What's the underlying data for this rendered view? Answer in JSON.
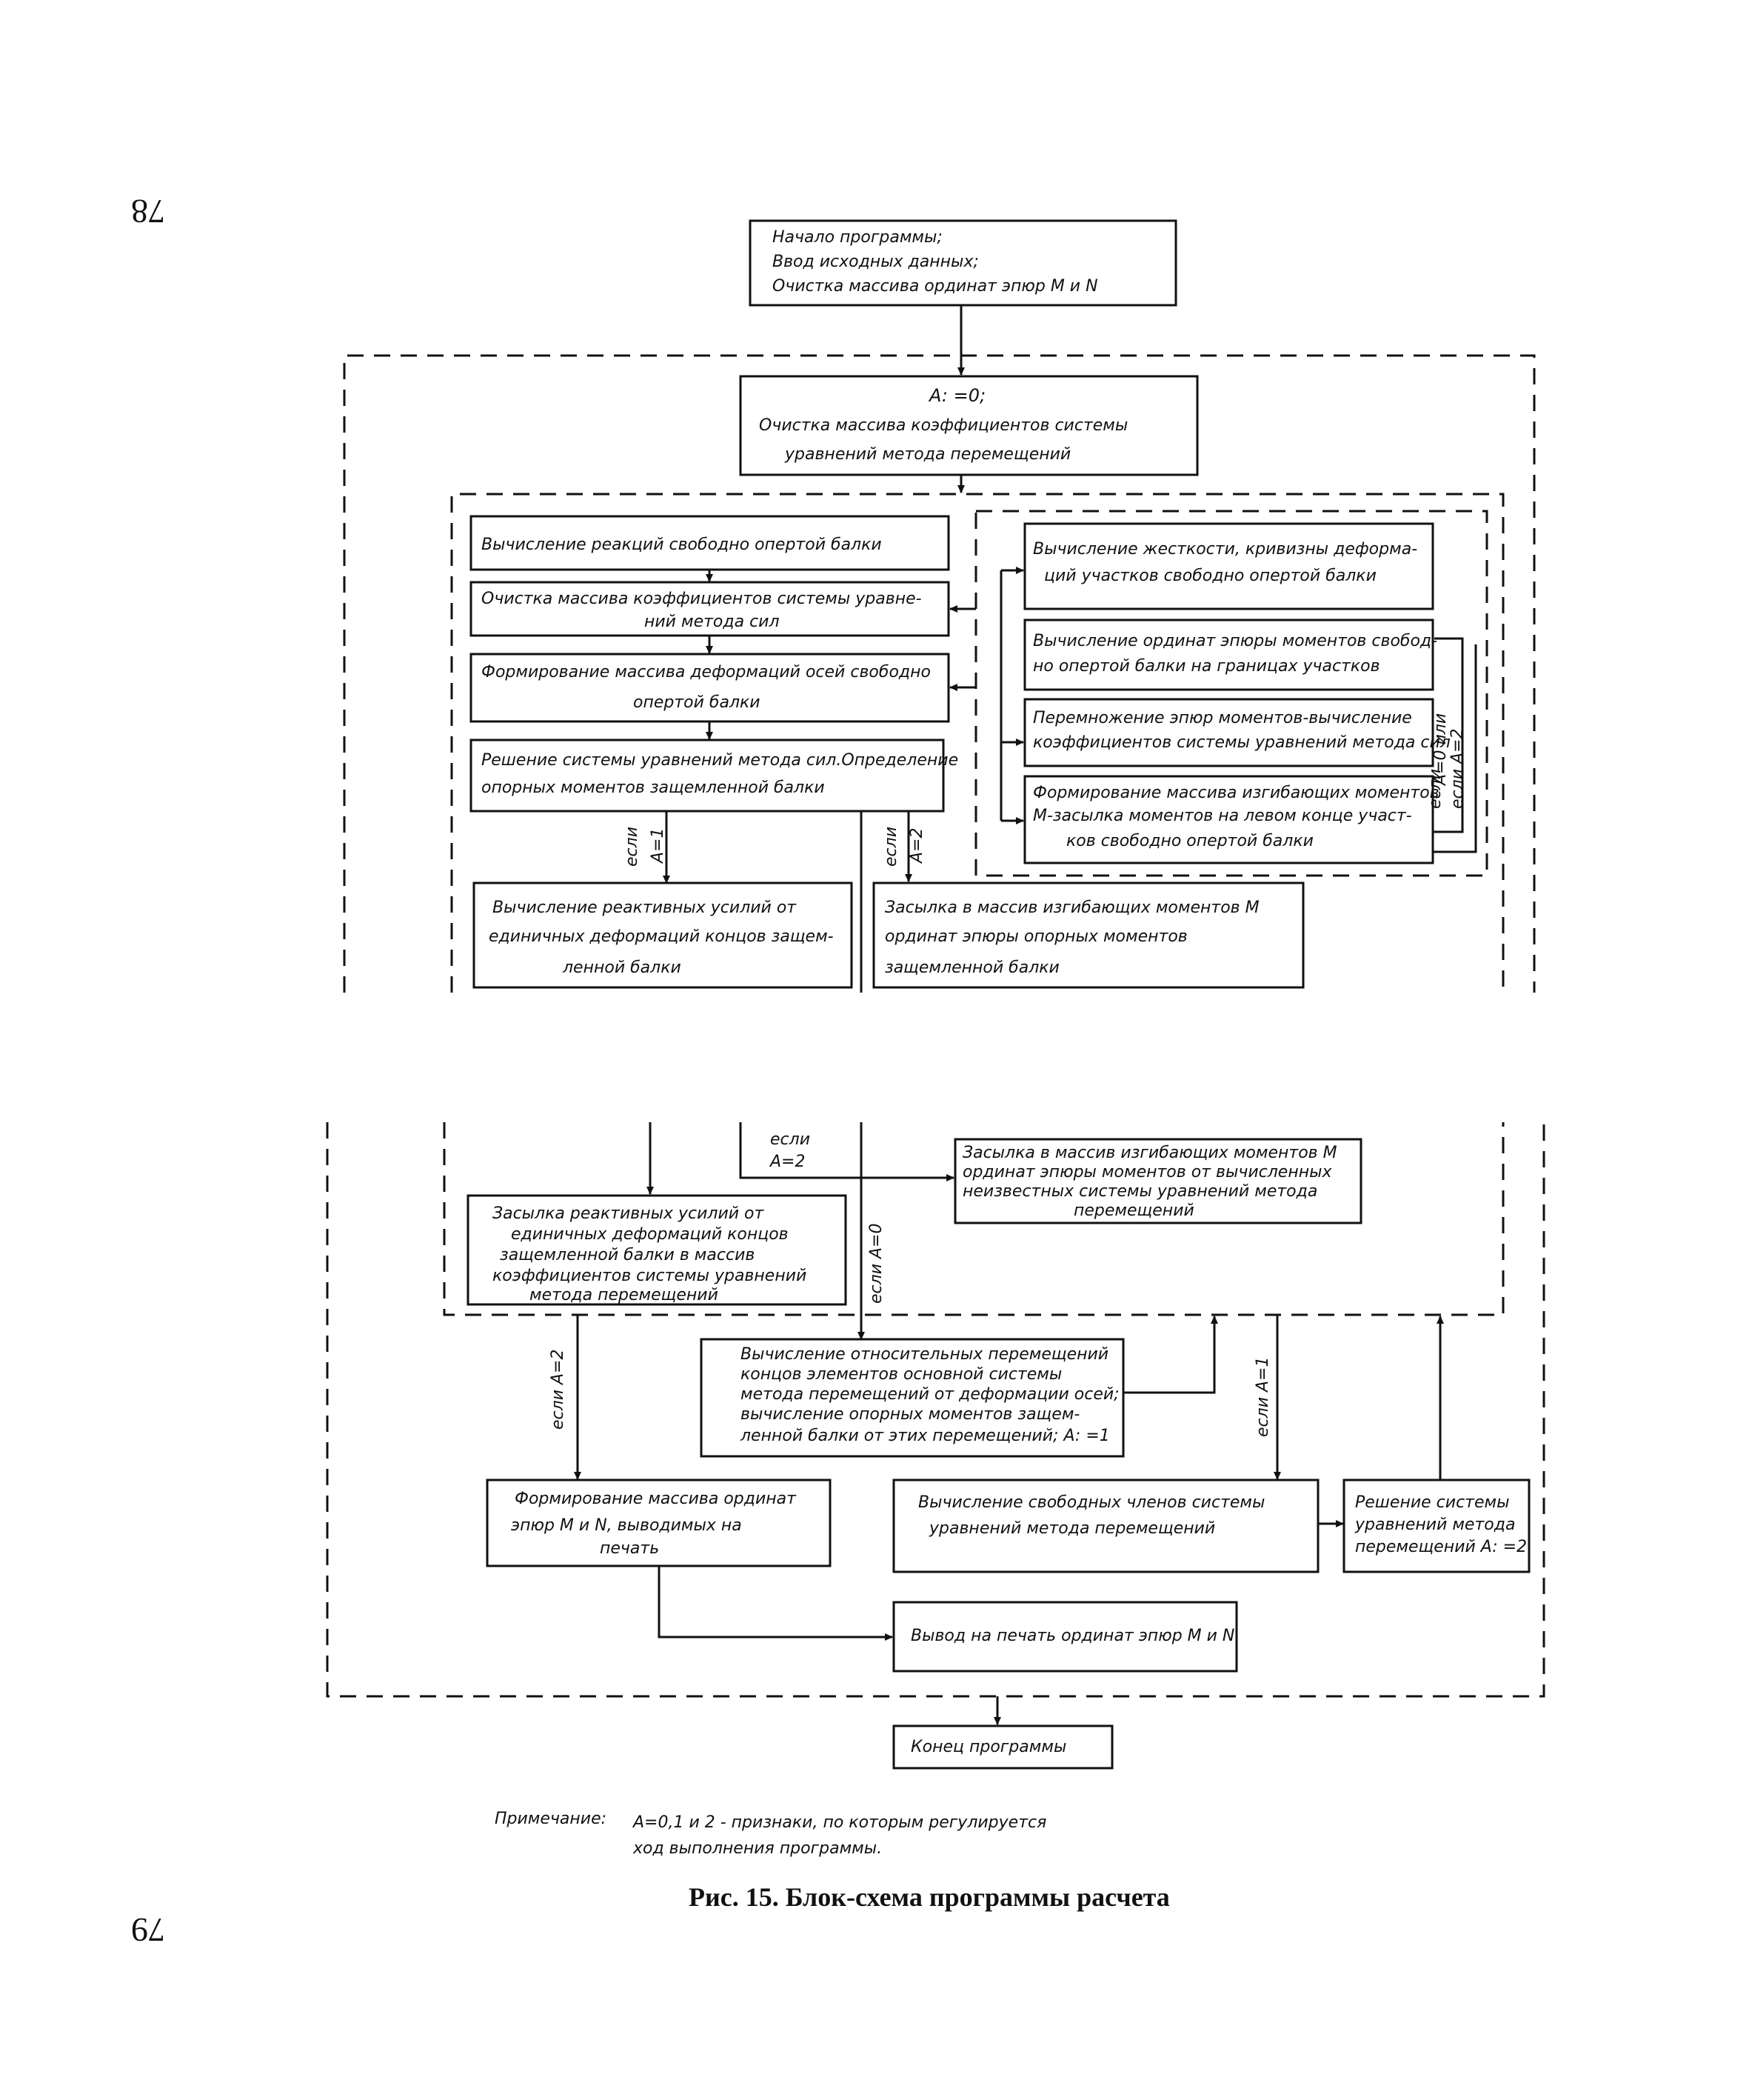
{
  "page_numbers": {
    "left_top": "78",
    "left_bottom": "79"
  },
  "blocks": {
    "start": [
      "Начало программы;",
      "Ввод исходных данных;",
      "Очистка массива ординат эпюр М и N"
    ],
    "init": [
      "A: =0;",
      "Очистка массива коэффициентов системы",
      "уравнений метода перемещений"
    ],
    "reactions": [
      "Вычисление реакций свободно опертой балки"
    ],
    "clear_forces": [
      "Очистка массива коэффициентов системы уравне-",
      "ний метода сил"
    ],
    "deform_axes": [
      "Формирование массива деформаций осей свободно",
      "опертой балки"
    ],
    "solve_forces": [
      "Решение системы уравнений метода сил.Определение",
      "опорных моментов защемленной балки"
    ],
    "stiffness": [
      "Вычисление жесткости, кривизны деформа-",
      "ций участков свободно опертой балки"
    ],
    "ordinates": [
      "Вычисление ординат эпюры моментов свобод-",
      "но опертой балки на границах участков"
    ],
    "multiply": [
      "Перемножение эпюр моментов-вычисление",
      "коэффициентов системы уравнений метода сил"
    ],
    "bending_array": [
      "Формирование массива изгибающих моментов",
      "М-засылка моментов на левом конце участ-",
      "ков свободно опертой балки"
    ],
    "reactive_forces": [
      "Вычисление реактивных усилий от",
      "единичных деформаций концов защем-",
      "ленной балки"
    ],
    "send_moments_top": [
      "Засылка в массив изгибающих моментов М",
      "ординат эпюры опорных моментов",
      "защемленной балки"
    ],
    "send_reactive": [
      "Засылка реактивных усилий от",
      "единичных деформаций концов",
      "защемленной балки в массив",
      "коэффициентов системы уравнений",
      "метода перемещений"
    ],
    "send_moments_bottom": [
      "Засылка в массив изгибающих моментов М",
      "ординат эпюры моментов от вычисленных",
      "неизвестных системы уравнений метода",
      "перемещений"
    ],
    "relative_disp": [
      "Вычисление относительных перемещений",
      "концов элементов основной системы",
      "метода перемещений от деформации осей;",
      "вычисление опорных моментов защем-",
      "ленной балки от этих перемещений; A: =1"
    ],
    "form_ordinates": [
      "Формирование массива ординат",
      "эпюр М и N, выводимых на",
      "печать"
    ],
    "free_terms": [
      "Вычисление свободных членов системы",
      "уравнений метода перемещений"
    ],
    "solve_disp": [
      "Решение системы",
      "уравнений метода",
      "перемещений A: =2"
    ],
    "print": [
      "Вывод на печать ординат эпюр М и N"
    ],
    "end": [
      "Конец программы"
    ]
  },
  "conditions": {
    "a1_top": [
      "если",
      "A=1"
    ],
    "a2_top": [
      "если",
      "A=2"
    ],
    "a0_or_a2_right": [
      "A=0 или",
      "если",
      "если A=2"
    ],
    "a2_bottom": [
      "если",
      "A=2"
    ],
    "a0_bottom": "если A=0",
    "a2_left": "если A=2",
    "a1_right": "если A=1"
  },
  "note": {
    "label": "Примечание:",
    "lines": [
      "A=0,1 и 2 - признаки, по которым регулируется",
      "ход выполнения программы."
    ]
  },
  "caption": "Рис. 15. Блок-схема программы расчета"
}
